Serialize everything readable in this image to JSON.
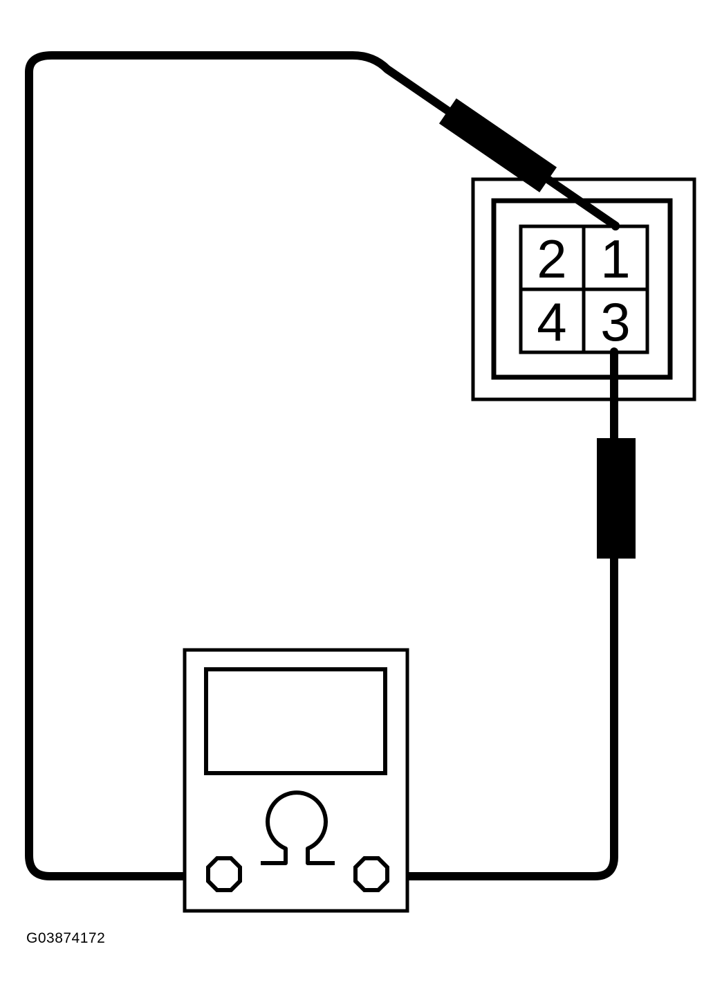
{
  "connector": {
    "pins": [
      {
        "id": "pin-2",
        "label": "2"
      },
      {
        "id": "pin-1",
        "label": "1"
      },
      {
        "id": "pin-4",
        "label": "4"
      },
      {
        "id": "pin-3",
        "label": "3"
      }
    ]
  },
  "meter": {
    "symbol": "Ω",
    "symbol_icon": "ohm-icon"
  },
  "figure_id": "G03874172",
  "colors": {
    "line": "#000000",
    "background": "#ffffff"
  }
}
